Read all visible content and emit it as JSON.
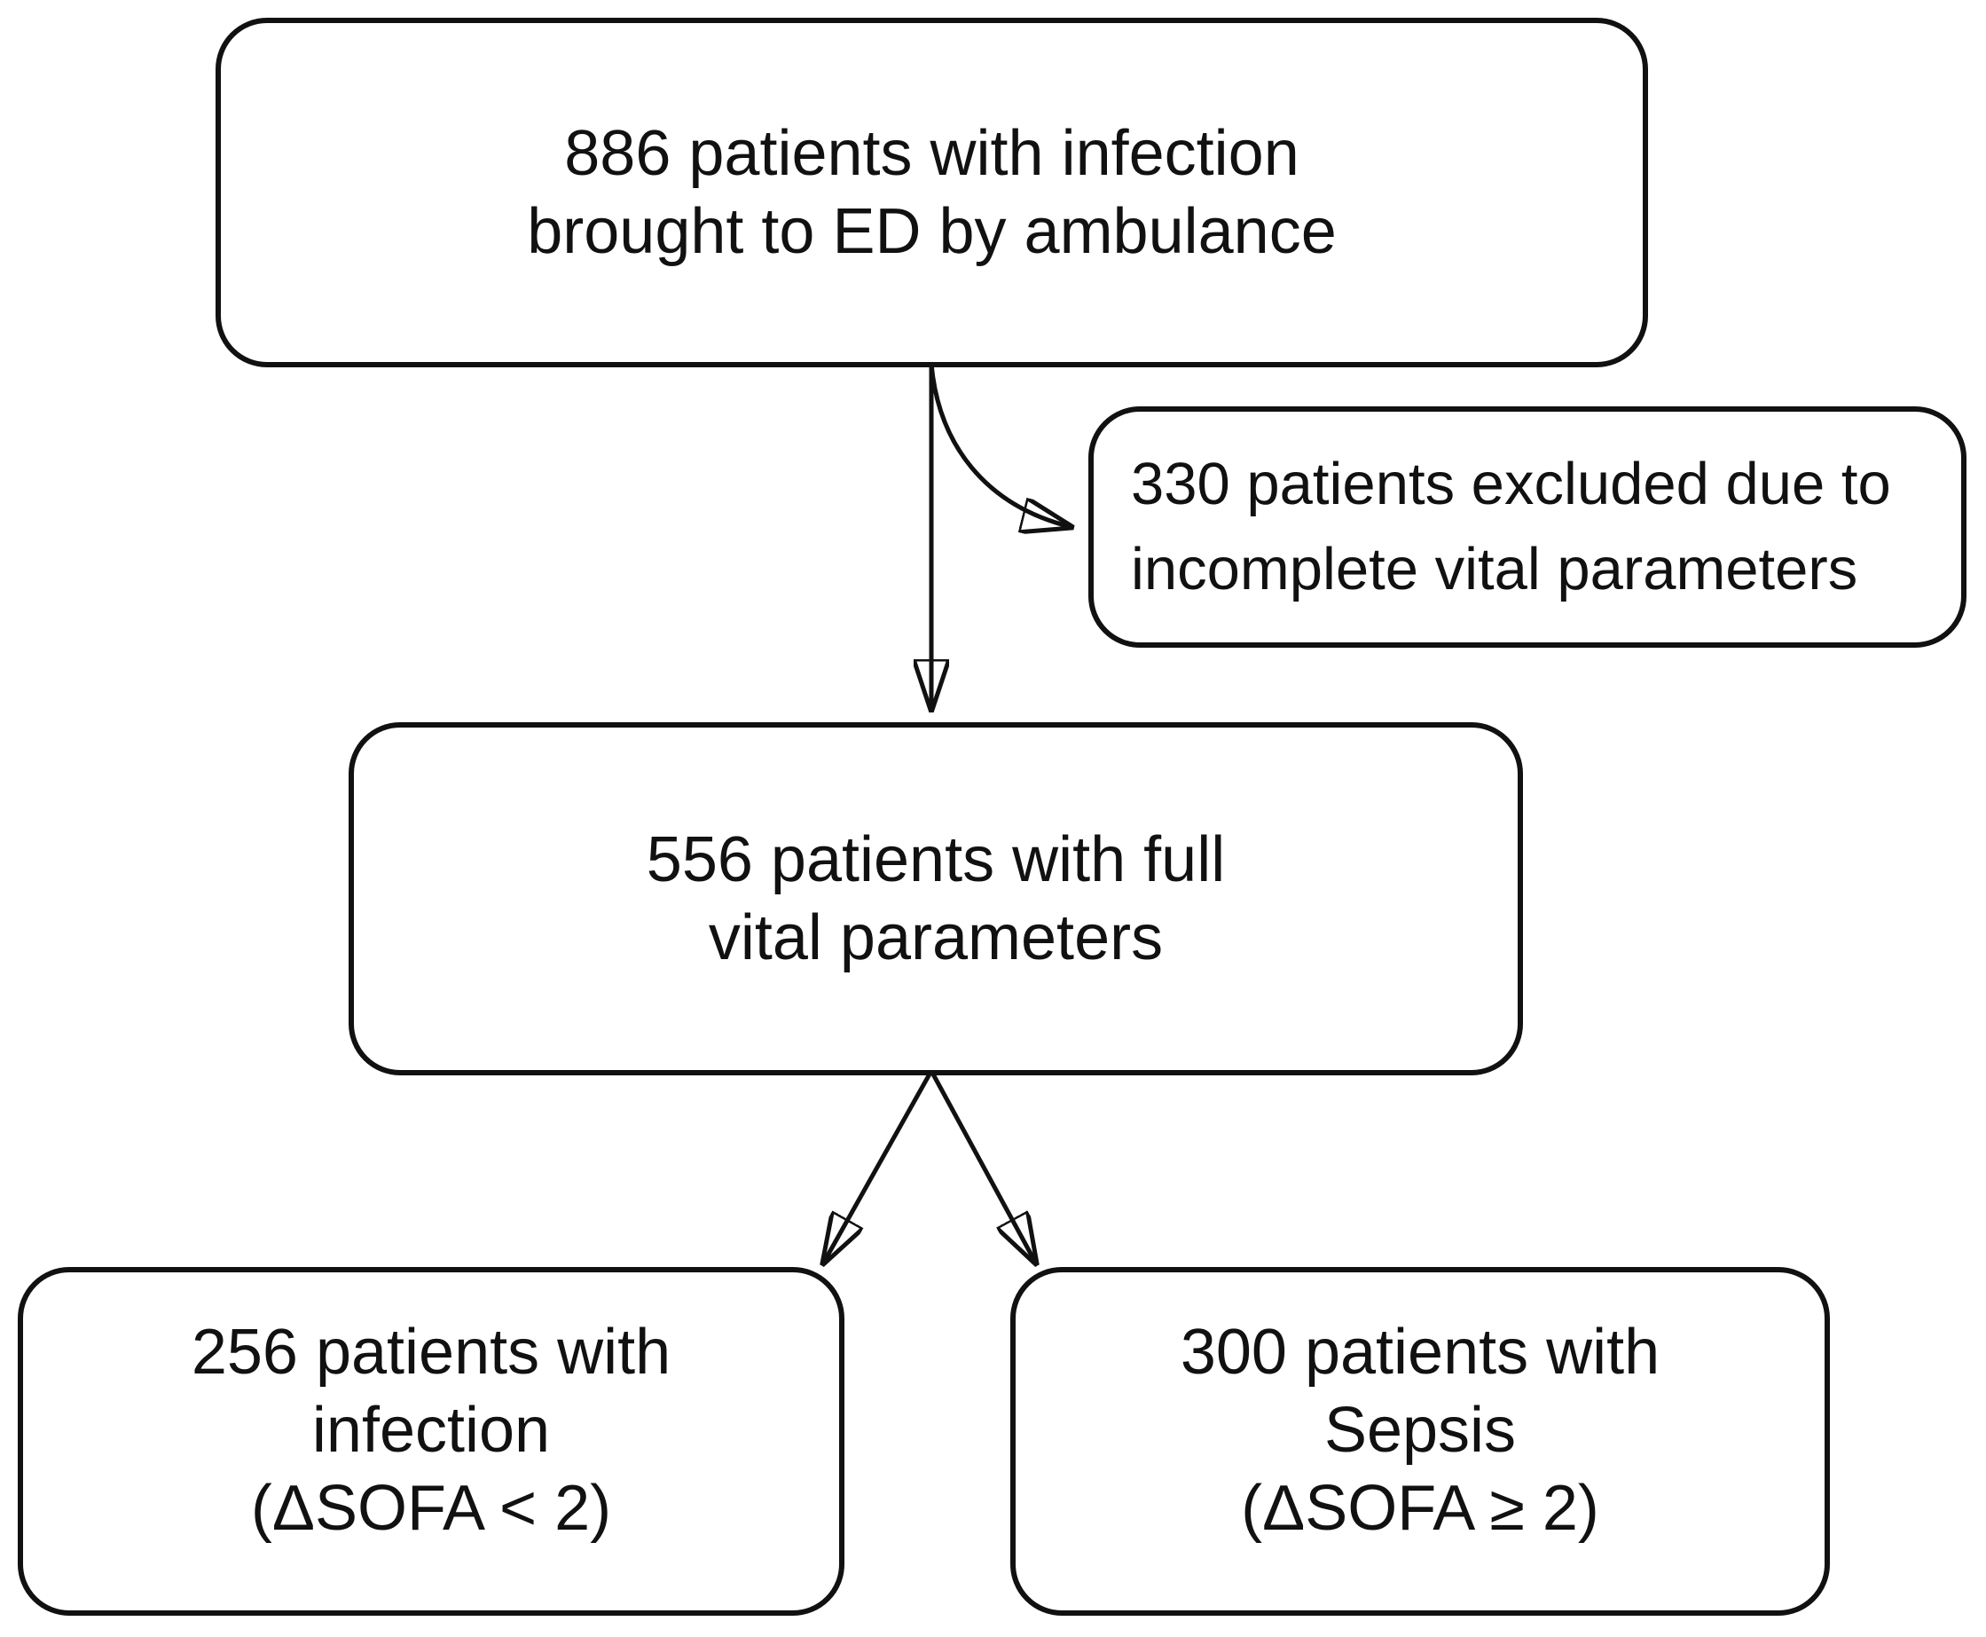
{
  "flowchart": {
    "nodes": {
      "enrolled": {
        "lines": [
          "886 patients with infection",
          "brought to ED by ambulance"
        ]
      },
      "excluded": {
        "lines": [
          "330 patients excluded due to",
          "incomplete vital parameters"
        ]
      },
      "complete": {
        "lines": [
          "556 patients with full",
          "vital parameters"
        ]
      },
      "infection": {
        "lines": [
          "256 patients with",
          "infection",
          "(ΔSOFA < 2)"
        ]
      },
      "sepsis": {
        "lines": [
          "300 patients with",
          "Sepsis",
          "(ΔSOFA ≥ 2)"
        ]
      }
    },
    "colors": {
      "line": "#111111",
      "background": "#ffffff"
    }
  }
}
